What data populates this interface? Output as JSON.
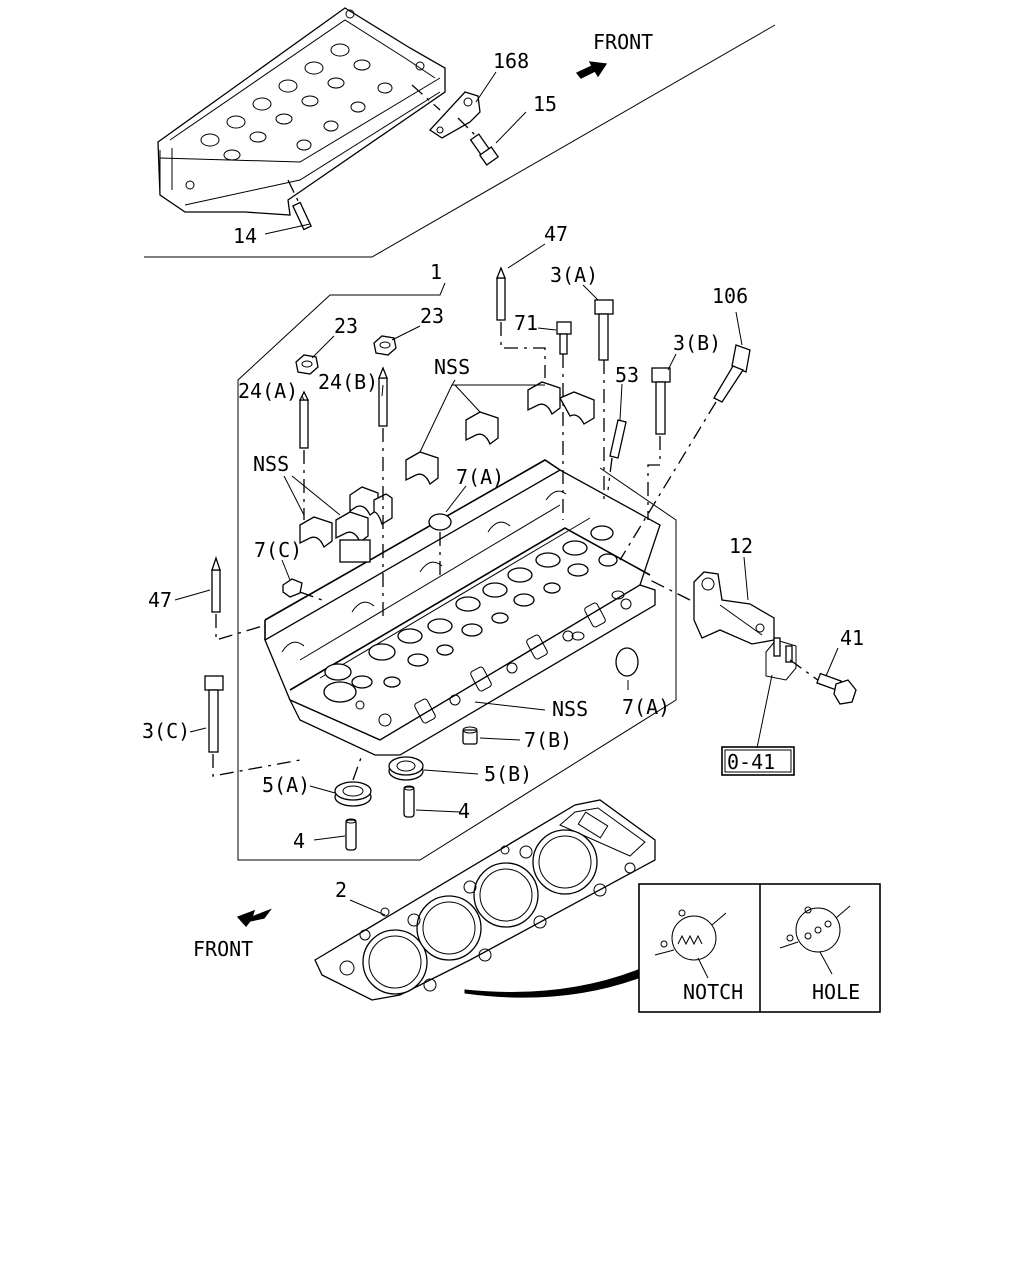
{
  "callouts": {
    "c168": "168",
    "c15": "15",
    "c14": "14",
    "front_top": "FRONT",
    "c47_top": "47",
    "c1": "1",
    "c3a": "3(A)",
    "c106": "106",
    "c23_left": "23",
    "c23_right": "23",
    "c71": "71",
    "c3b": "3(B)",
    "c24a": "24(A)",
    "c24b": "24(B)",
    "nss_top": "NSS",
    "c53": "53",
    "nss_left": "NSS",
    "c7a_top": "7(A)",
    "c7c": "7(C)",
    "c12": "12",
    "c47_left": "47",
    "c41": "41",
    "nss_bottom": "NSS",
    "c7a_bottom": "7(A)",
    "c3c": "3(C)",
    "c7b": "7(B)",
    "c5a": "5(A)",
    "c5b": "5(B)",
    "c4_right": "4",
    "c4_left": "4",
    "ref_041": "0-41",
    "c2": "2",
    "front_bottom": "FRONT"
  },
  "detail": {
    "notch_label": "NOTCH",
    "hole_label": "HOLE"
  }
}
